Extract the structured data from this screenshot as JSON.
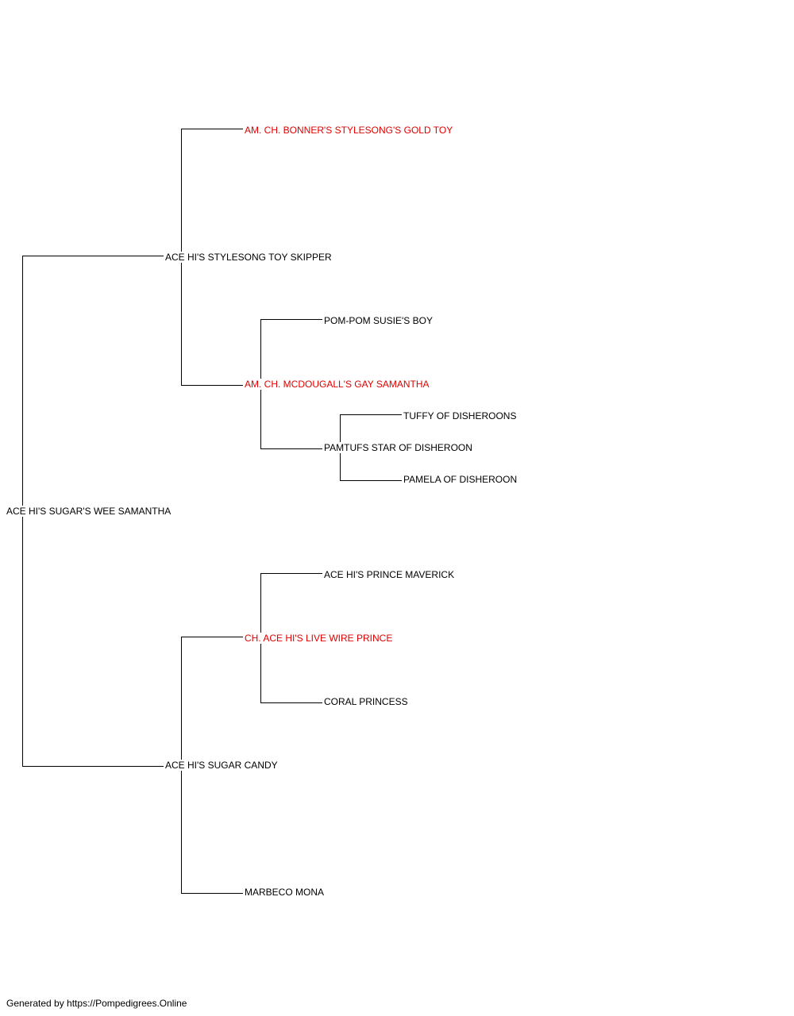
{
  "pedigree": {
    "subject": {
      "name": "ACE HI'S SUGAR'S WEE SAMANTHA",
      "champion": false
    },
    "sire": {
      "name": "ACE HI'S STYLESONG TOY SKIPPER",
      "champion": false
    },
    "sire_sire": {
      "name": "AM. CH. BONNER'S STYLESONG'S GOLD TOY",
      "champion": true
    },
    "sire_dam": {
      "name": "AM. CH. MCDOUGALL'S GAY SAMANTHA",
      "champion": true
    },
    "sire_dam_sire": {
      "name": "POM-POM SUSIE'S BOY",
      "champion": false
    },
    "sire_dam_dam": {
      "name": "PAMTUFS STAR OF DISHEROON",
      "champion": false
    },
    "sire_dam_dam_sire": {
      "name": "TUFFY OF DISHEROONS",
      "champion": false
    },
    "sire_dam_dam_dam": {
      "name": "PAMELA OF DISHEROON",
      "champion": false
    },
    "dam": {
      "name": "ACE HI'S SUGAR CANDY",
      "champion": false
    },
    "dam_sire": {
      "name": "CH. ACE HI'S LIVE WIRE PRINCE",
      "champion": true
    },
    "dam_sire_sire": {
      "name": "ACE HI'S PRINCE MAVERICK",
      "champion": false
    },
    "dam_sire_dam": {
      "name": "CORAL PRINCESS",
      "champion": false
    },
    "dam_dam": {
      "name": "MARBECO MONA",
      "champion": false
    }
  },
  "colors": {
    "champion_text": "#e00000",
    "default_text": "#000000",
    "connector_line": "#000000"
  },
  "footer": {
    "text": "Generated by https://Pompedigrees.Online"
  }
}
